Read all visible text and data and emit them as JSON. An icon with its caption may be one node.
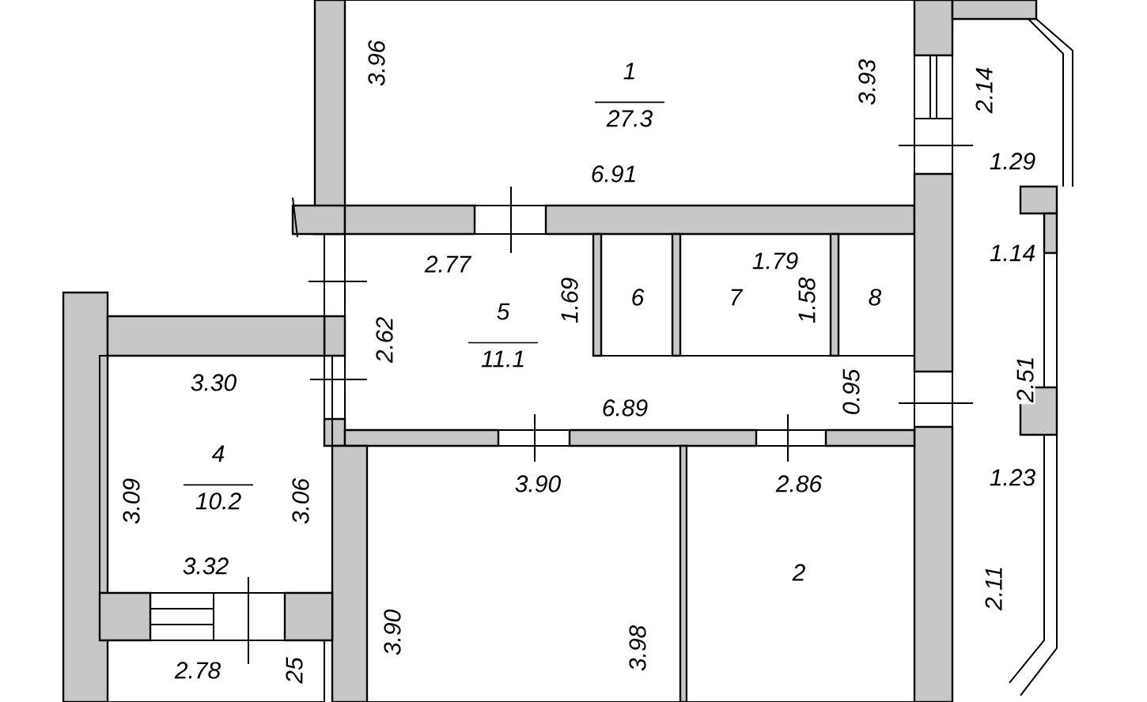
{
  "diagram": {
    "nodes": [
      {
        "text": [
          "1",
          "27.3"
        ]
      },
      {
        "text": [
          "5",
          "11.1"
        ]
      },
      {
        "text": [
          "6"
        ]
      },
      {
        "text": [
          "7"
        ]
      },
      {
        "text": [
          "8"
        ]
      },
      {
        "text": [
          "4",
          "10.2"
        ]
      },
      {
        "text": [
          "2"
        ]
      }
    ],
    "labels": [
      "3.96",
      "3.93",
      "2.14",
      "6.91",
      "1.29",
      "2.77",
      "1.79",
      "1.69",
      "1.58",
      "1.14",
      "2.62",
      "2.51",
      "3.30",
      "6.89",
      "0.95",
      "3.90",
      "2.86",
      "3.09",
      "3.06",
      "1.23",
      "3.32",
      "3.90",
      "3.98",
      "2.11",
      "2.78",
      "25"
    ]
  }
}
